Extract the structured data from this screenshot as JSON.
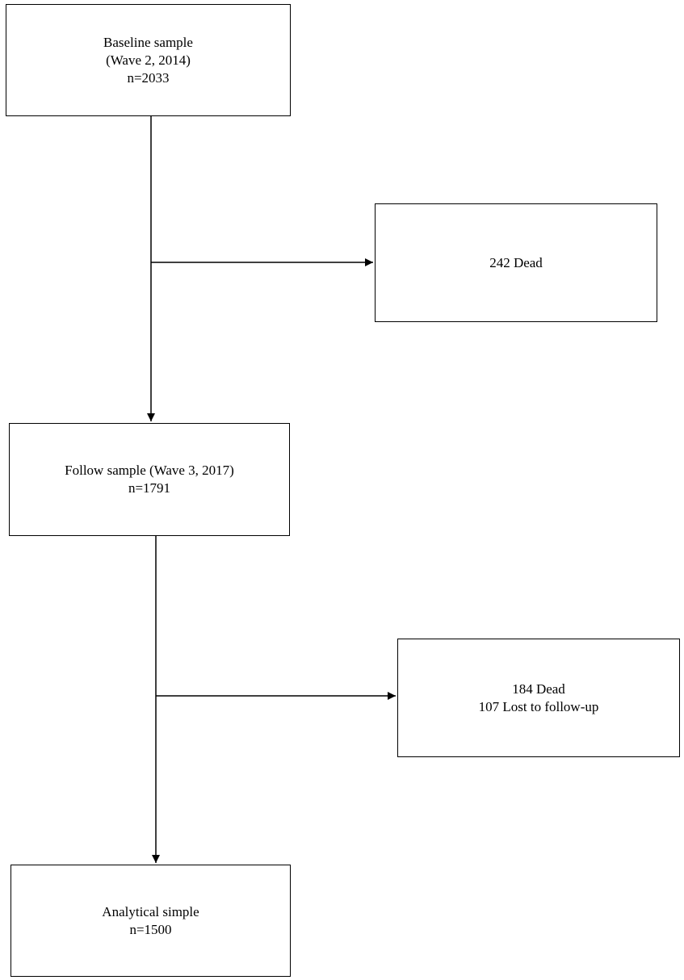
{
  "nodes": {
    "baseline": {
      "lines": [
        "Baseline sample",
        "(Wave 2, 2014)",
        "n=2033"
      ]
    },
    "excluded_1": {
      "lines": [
        "242 Dead"
      ]
    },
    "follow": {
      "lines": [
        "Follow sample (Wave 3, 2017)",
        "n=1791"
      ]
    },
    "excluded_2": {
      "lines": [
        "184 Dead",
        "107 Lost to follow-up"
      ]
    },
    "analytical": {
      "lines": [
        "Analytical simple",
        "n=1500"
      ]
    }
  },
  "edges": [
    {
      "from": "baseline",
      "to": "follow"
    },
    {
      "from": "baseline",
      "to": "excluded_1"
    },
    {
      "from": "follow",
      "to": "analytical"
    },
    {
      "from": "follow",
      "to": "excluded_2"
    }
  ],
  "colors": {
    "stroke": "#000000",
    "background": "#ffffff"
  }
}
